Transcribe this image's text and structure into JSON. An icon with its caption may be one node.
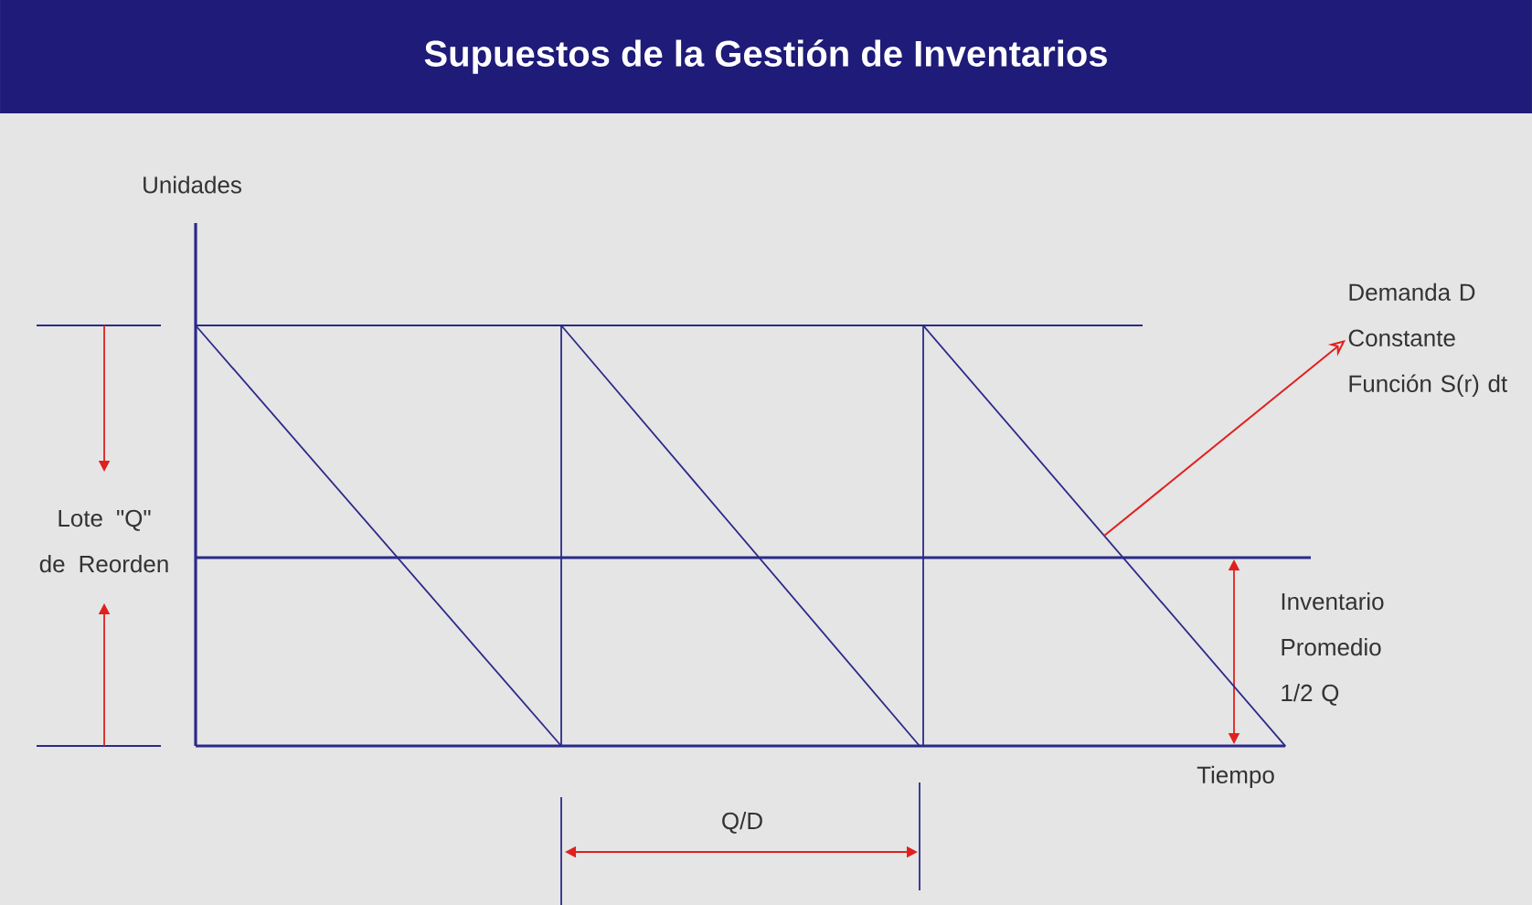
{
  "diagram": {
    "title": "Supuestos de la Gestión de Inventarios",
    "nodes": [
      {
        "text": [
          "Demanda D Constante Función S(r) dt"
        ]
      },
      {
        "text": [],
        "shape": "line"
      }
    ],
    "edges": [
      {
        "from": 1,
        "to": 0,
        "arrow": "to",
        "color": "#e0201e"
      }
    ],
    "labels": [
      "Unidades",
      "Lote \"Q\" de Reorden",
      "Inventario Promedio 1/2 Q",
      "Tiempo",
      "Q/D"
    ]
  }
}
